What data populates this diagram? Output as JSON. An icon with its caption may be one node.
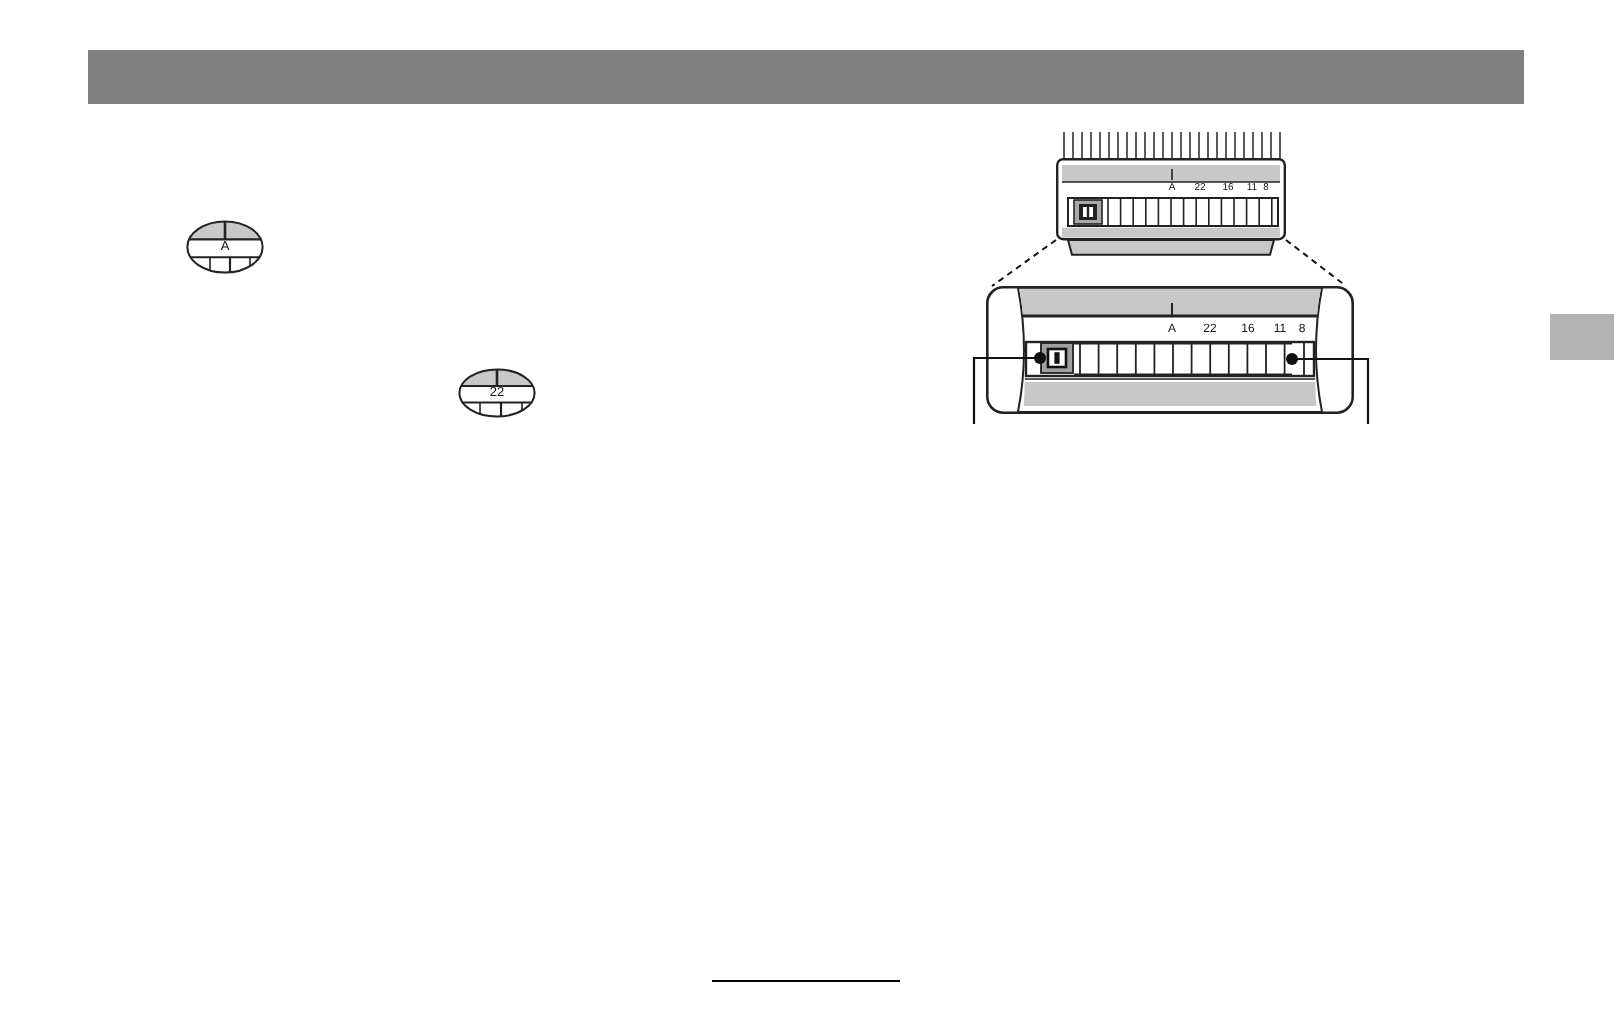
{
  "diagram": {
    "nodes": [
      {
        "text": [
          "A"
        ]
      },
      {
        "text": [
          "22"
        ]
      },
      {
        "text": [
          "A",
          "22",
          "16",
          "11",
          "8"
        ]
      },
      {
        "text": [
          "A",
          "22",
          "16",
          "11",
          "8"
        ]
      },
      {
        "text": [],
        "shape": "box",
        "in": 3
      },
      {
        "text": [],
        "shape": "bar",
        "in": 3
      }
    ],
    "edges": [
      {
        "from": 2,
        "to": 3,
        "arrow": "none",
        "style": "dashed"
      },
      {
        "from": 2,
        "to": 3,
        "arrow": "none",
        "style": "dashed"
      },
      {
        "from": null,
        "to": 4,
        "arrow": "other"
      },
      {
        "from": null,
        "to": 5,
        "arrow": "other"
      }
    ]
  }
}
